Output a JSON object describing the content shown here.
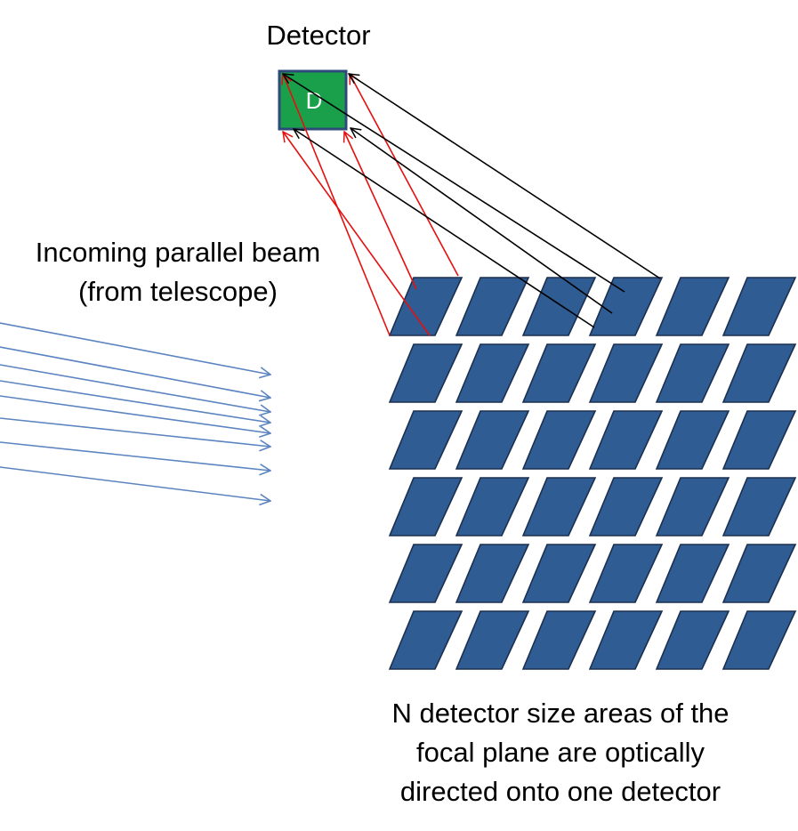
{
  "detector": {
    "title": "Detector",
    "box_letter": "D",
    "fill_color": "#1aa04a",
    "border_color": "#2e4a7a"
  },
  "beam": {
    "label_line1": "Incoming parallel beam",
    "label_line2": "(from telescope)",
    "ray_color": "#5b84c0"
  },
  "focal_plane": {
    "rows": 6,
    "columns": 6,
    "tile_color": "#2f5c93",
    "tile_border": "#1b2f4f"
  },
  "directed_rays": {
    "red_color": "#e3100f",
    "black_color": "#000000"
  },
  "caption": {
    "line1": "N detector size areas of the",
    "line2": "focal plane are optically",
    "line3": "directed onto one detector"
  }
}
